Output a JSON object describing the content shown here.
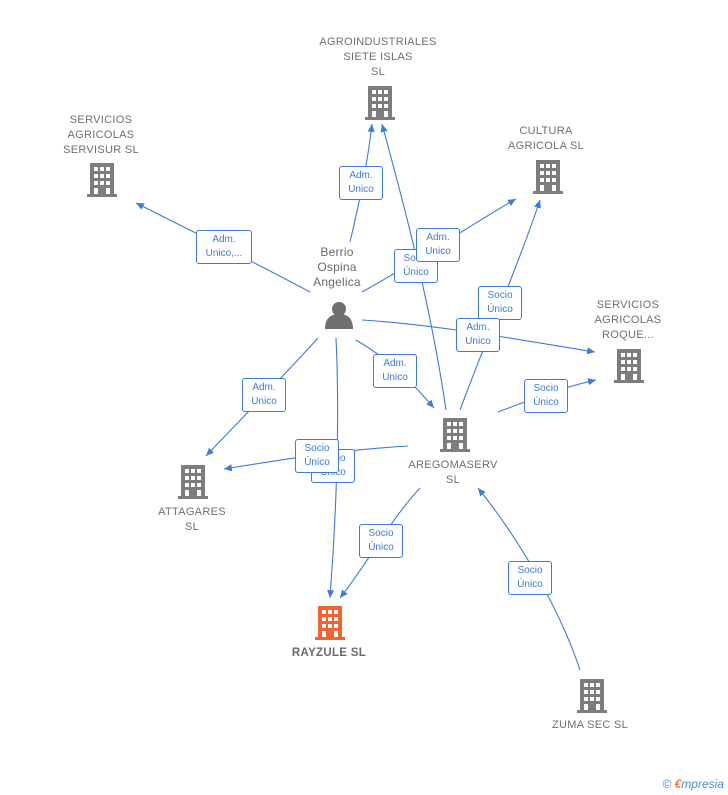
{
  "colors": {
    "edge": "#3d7bd9",
    "building_default": "#7d7d7d",
    "building_target": "#f26430",
    "person": "#6f6f6f"
  },
  "nodes": {
    "agroindustriales": "AGROINDUSTRIALES\nSIETE ISLAS\nSL",
    "servisur": "SERVICIOS\nAGRICOLAS\nSERVISUR  SL",
    "cultura": "CULTURA\nAGRICOLA  SL",
    "roque": "SERVICIOS\nAGRICOLAS\nROQUE...",
    "person": "Berrio\nOspina\nAngelica",
    "aregomaserv": "AREGOMASERV\nSL",
    "attagares": "ATTAGARES\nSL",
    "rayzule": "RAYZULE  SL",
    "zuma": "ZUMA SEC  SL"
  },
  "edges": {
    "adm_unico": "Adm.\nUnico",
    "adm_unico_trunc": "Adm.\nUnico,...",
    "socio_unico": "Socio\nÚnico"
  },
  "footer": {
    "copyright": "©",
    "brand_e": "€",
    "brand_rest": "mpresia"
  }
}
